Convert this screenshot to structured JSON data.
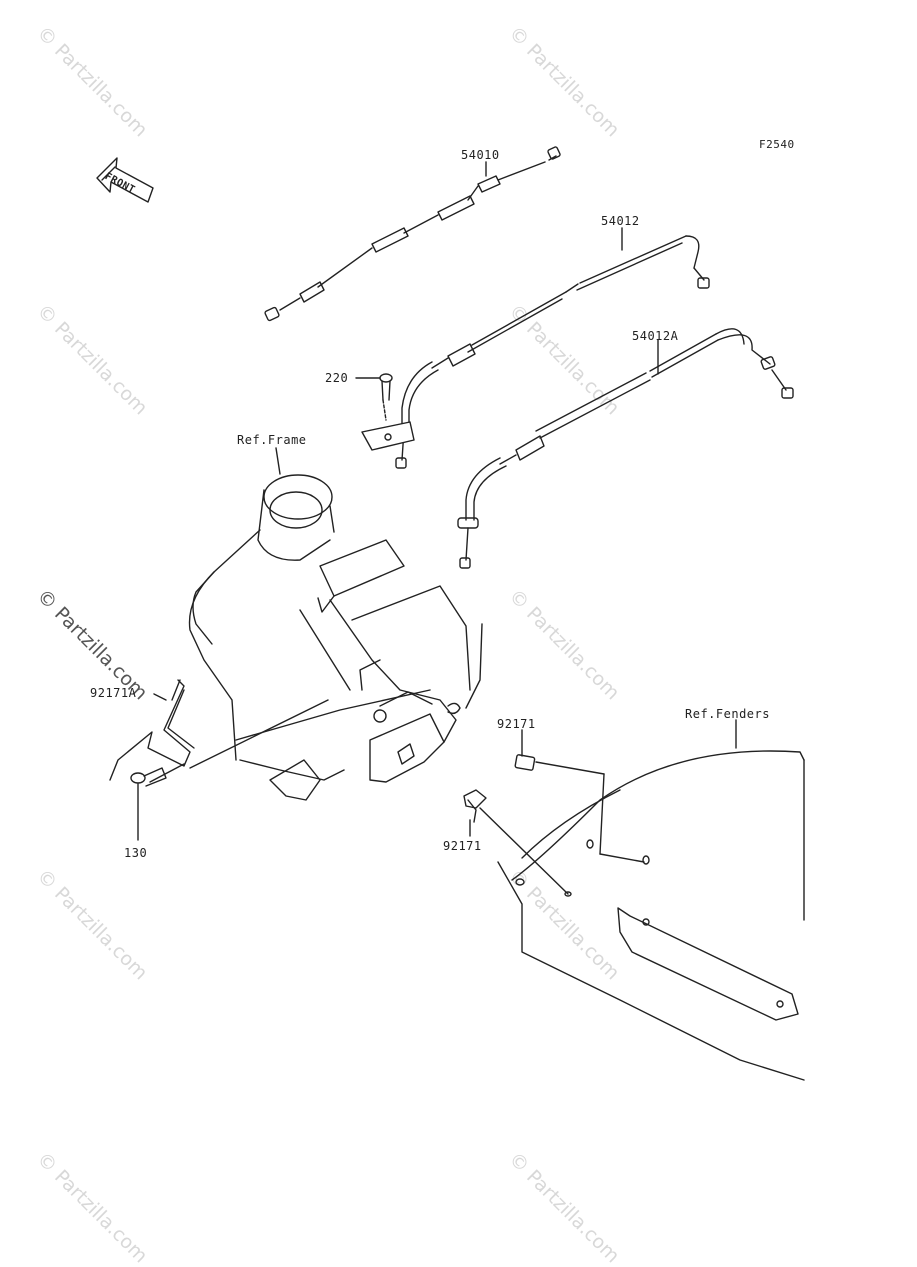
{
  "diagram": {
    "figure_code": "F2540",
    "front_label": "FRONT",
    "watermark": "© Partzilla.com",
    "parts": [
      {
        "id": "p54010",
        "number": "54010"
      },
      {
        "id": "p54012",
        "number": "54012"
      },
      {
        "id": "p54012A",
        "number": "54012A"
      },
      {
        "id": "p220",
        "number": "220"
      },
      {
        "id": "p92171A",
        "number": "92171A"
      },
      {
        "id": "p130",
        "number": "130"
      },
      {
        "id": "p92171a",
        "number": "92171"
      },
      {
        "id": "p92171b",
        "number": "92171"
      }
    ],
    "references": {
      "frame": "Ref.Frame",
      "fenders": "Ref.Fenders"
    }
  }
}
